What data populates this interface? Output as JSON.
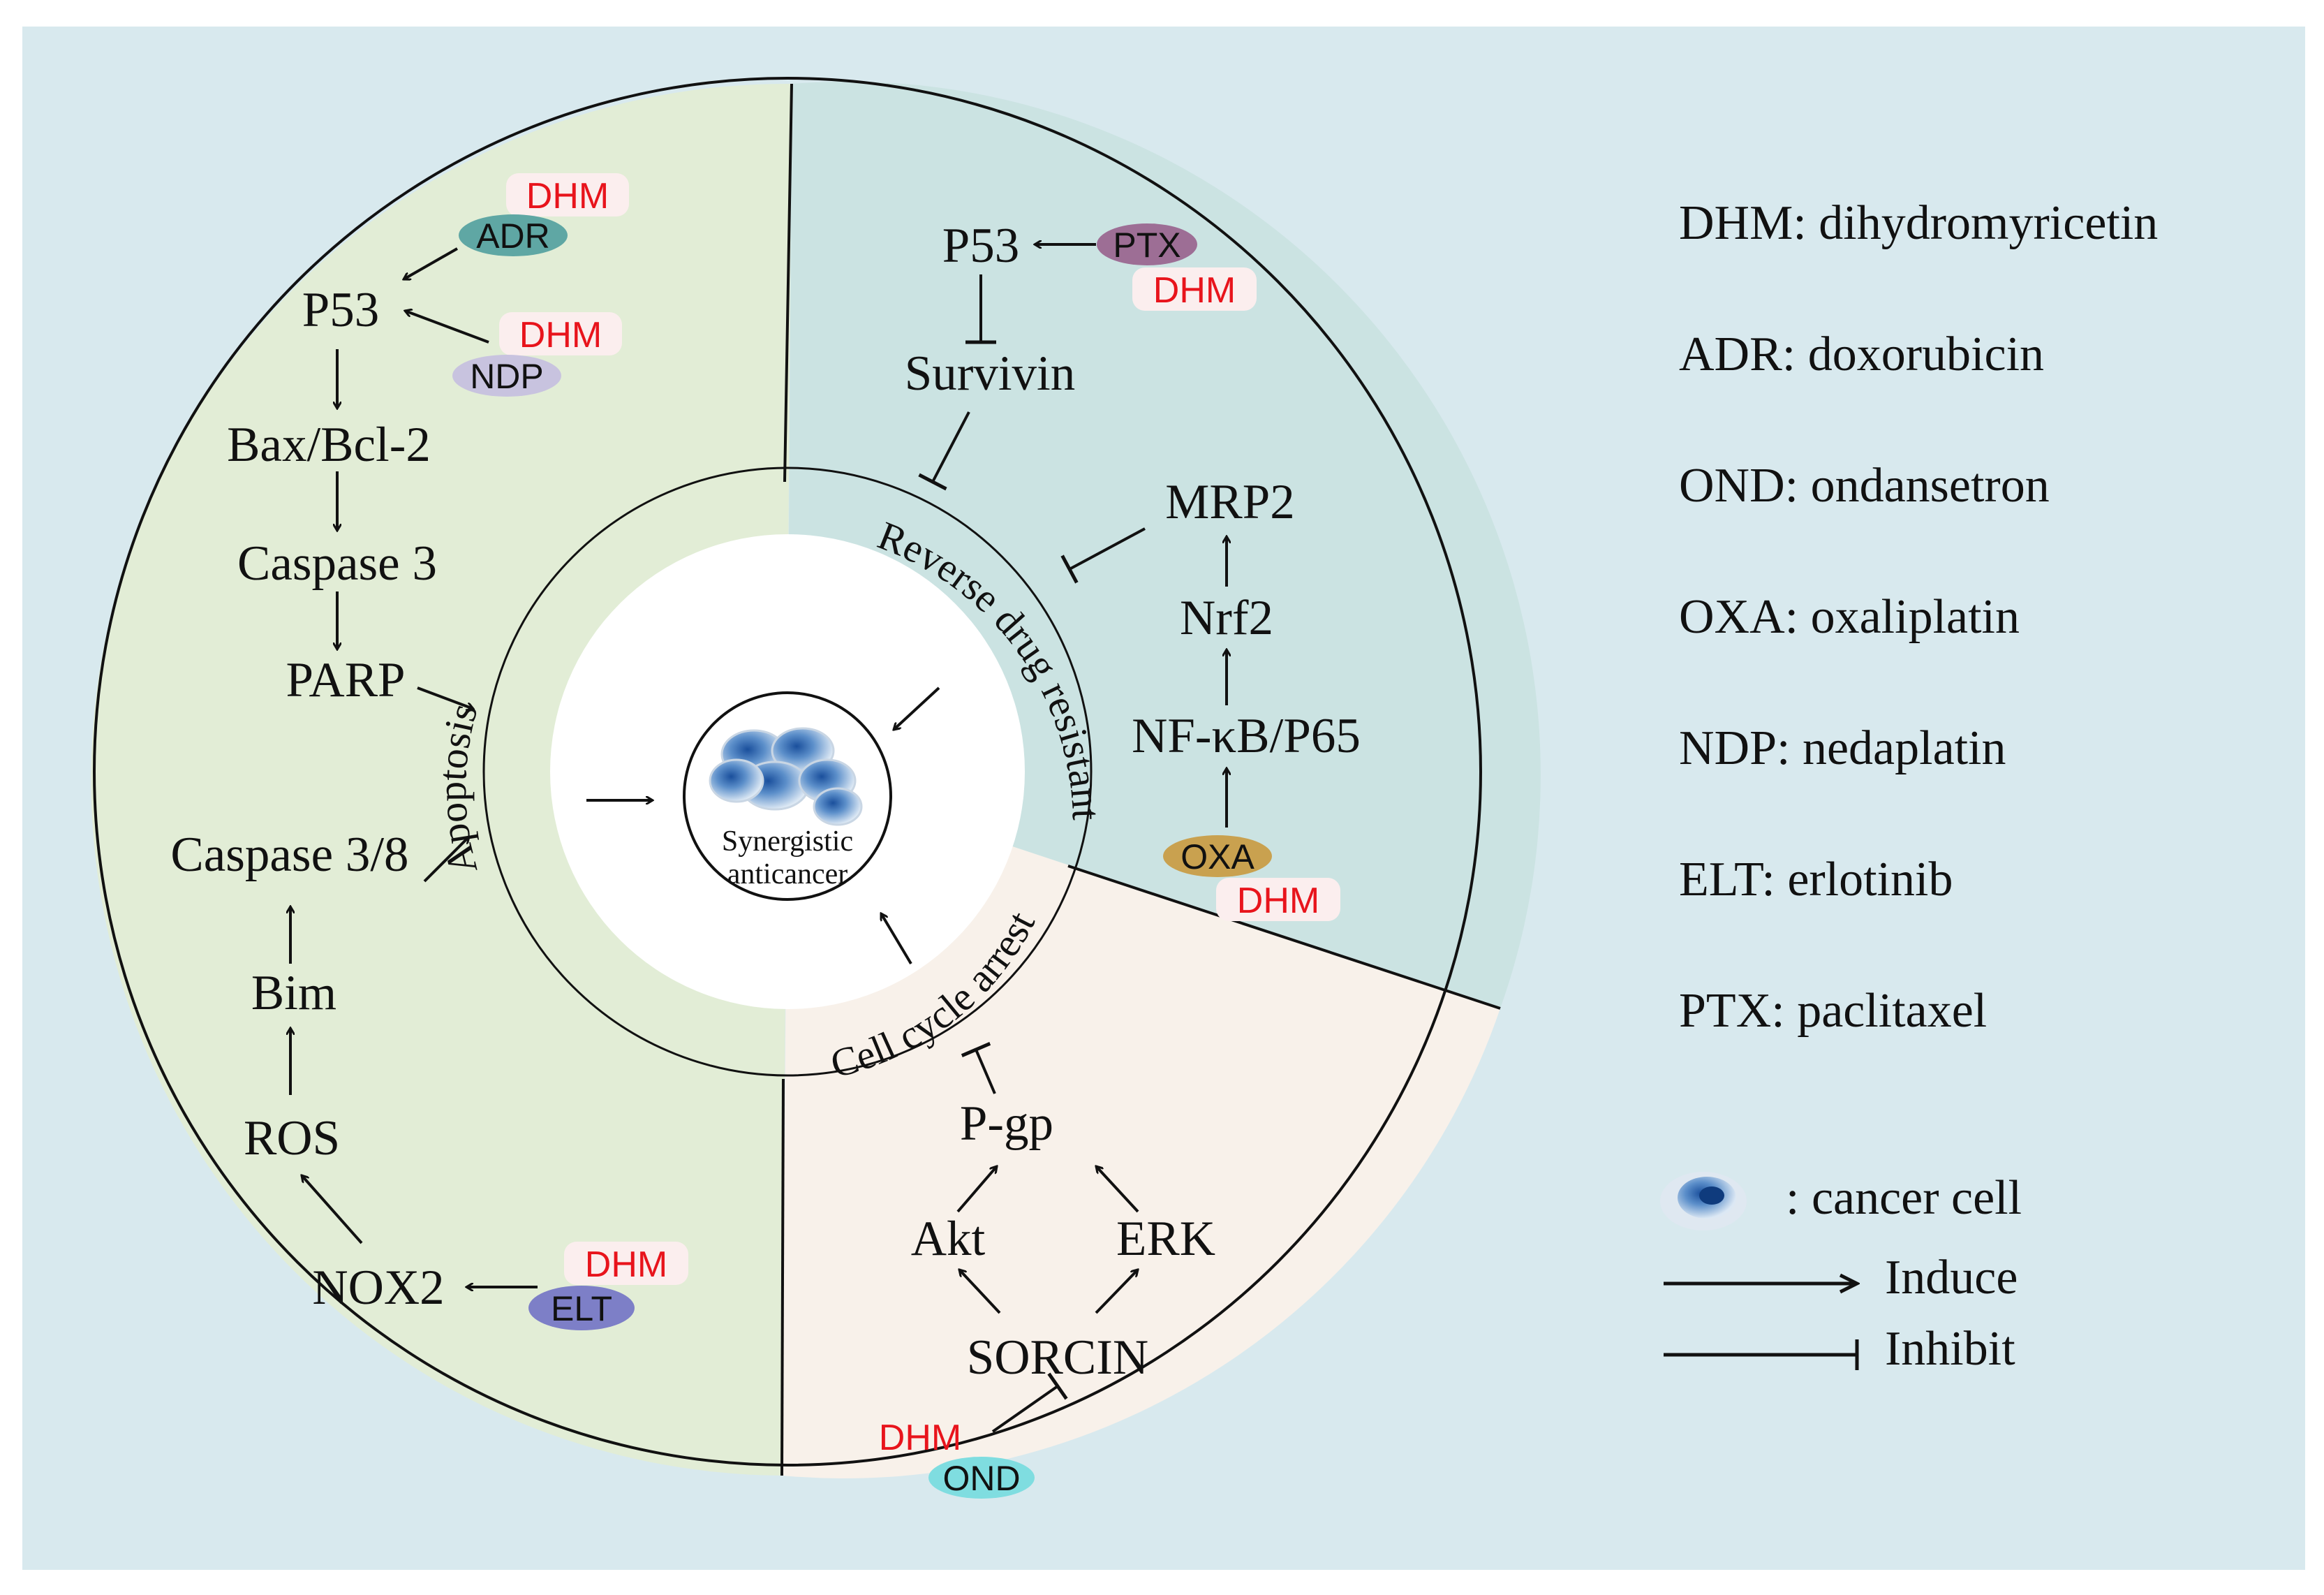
{
  "colors": {
    "background": "#d8e9ee",
    "apoptosis_sector": "#e2edd6",
    "drug_resistance_sector": "#cbe3e2",
    "cell_cycle_sector": "#f8f1ea",
    "center": "#ffffff",
    "dhm_text": "#e8141c",
    "adr_pill": "#5fa7a4",
    "ndp_pill": "#c8c3df",
    "ptx_pill": "#9d6e95",
    "oxa_pill": "#c9a14f",
    "elt_pill": "#7d7fc7",
    "ond_pill": "#7fdde0",
    "dhm_pill": "#fbeeee"
  },
  "center": {
    "line1": "Synergistic",
    "line2": "anticancer",
    "icon": "cancer-cell-cluster-icon"
  },
  "ring_labels": {
    "apoptosis": "Apoptosis",
    "drug_resistance": "Reverse drug resistant",
    "cell_cycle": "Cell cycle arrest"
  },
  "apoptosis": {
    "p53": "P53",
    "bax_bcl2": "Bax/Bcl-2",
    "caspase3": "Caspase 3",
    "parp": "PARP",
    "caspase38": "Caspase 3/8",
    "bim": "Bim",
    "ros": "ROS",
    "nox2": "NOX2",
    "adr": "ADR",
    "ndp": "NDP",
    "elt": "ELT",
    "dhm": "DHM"
  },
  "drug_resistance": {
    "p53": "P53",
    "survivin": "Survivin",
    "mrp2": "MRP2",
    "nrf2": "Nrf2",
    "nfkb": "NF-κB/P65",
    "ptx": "PTX",
    "oxa": "OXA",
    "dhm": "DHM"
  },
  "cell_cycle": {
    "pgp": "P-gp",
    "akt": "Akt",
    "erk": "ERK",
    "sorcin": "SORCIN",
    "ond": "OND",
    "dhm": "DHM"
  },
  "legend": {
    "abbreviations": [
      "DHM: dihydromyricetin",
      "ADR: doxorubicin",
      "OND: ondansetron",
      "OXA: oxaliplatin",
      "NDP: nedaplatin",
      "ELT: erlotinib",
      "PTX: paclitaxel"
    ],
    "cancer_cell": ": cancer cell",
    "induce": "Induce",
    "inhibit": "Inhibit"
  }
}
